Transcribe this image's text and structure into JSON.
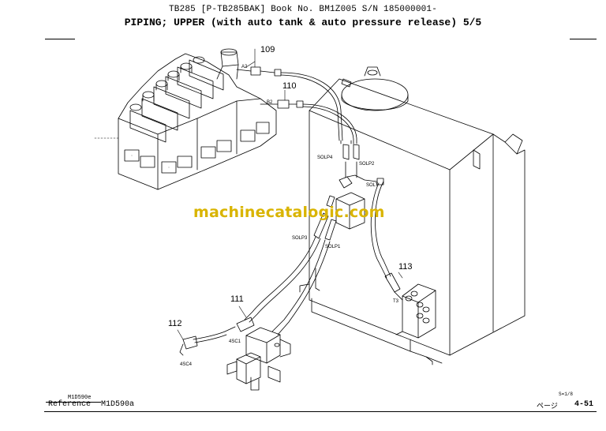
{
  "header": {
    "line1": "TB285  [P-TB285BAK]  Book No. BM1Z005  S/N 185000001-",
    "line2": "PIPING; UPPER (with auto tank & auto pressure release) 5/5"
  },
  "callouts": {
    "p109": "109",
    "p110": "110",
    "p111": "111",
    "p112": "112",
    "p113": "113"
  },
  "ports": {
    "a2": "A2",
    "b2": "B2",
    "solp4": "SOLP4",
    "solp2": "SOLP2",
    "solt": "SOLT",
    "solp3": "SOLP3",
    "solp1": "SOLP1",
    "t3": "T3",
    "sc1": "4SC1",
    "sc4": "4SC4"
  },
  "watermark": "machinecatalogic.com",
  "footer": {
    "doc_code": "M1D590e",
    "reference_label": "Reference",
    "reference_code": "M1D590a",
    "page_label": "ページ",
    "page_small": "S=1/8",
    "page_number": "4-51"
  }
}
